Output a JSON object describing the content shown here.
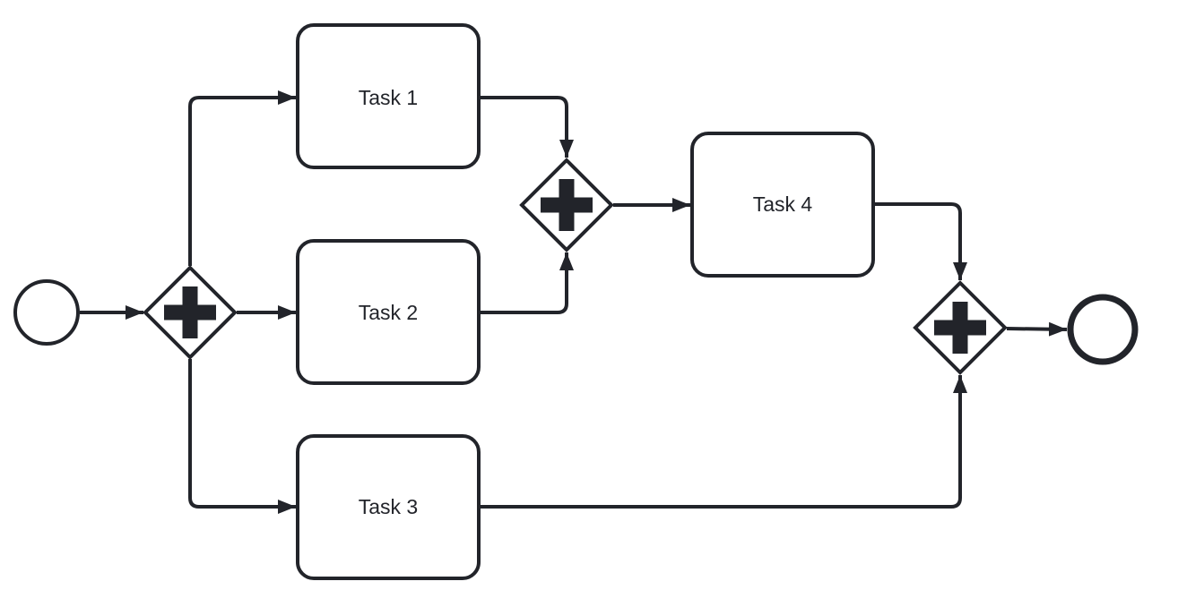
{
  "diagram": {
    "kind": "bpmn-process-diagram",
    "background_color": "#ffffff",
    "stroke_color": "#22242a",
    "shape_fill_color": "#ffffff",
    "labels": {
      "task1": "Task 1",
      "task2": "Task 2",
      "task3": "Task 3",
      "task4": "Task 4"
    },
    "nodes": [
      {
        "id": "start-event",
        "type": "start-event",
        "label": ""
      },
      {
        "id": "parallel-gateway-split",
        "type": "parallel-gateway",
        "marker": "plus"
      },
      {
        "id": "task1",
        "type": "task",
        "label": "Task 1"
      },
      {
        "id": "task2",
        "type": "task",
        "label": "Task 2"
      },
      {
        "id": "task3",
        "type": "task",
        "label": "Task 3"
      },
      {
        "id": "parallel-gateway-join-1",
        "type": "parallel-gateway",
        "marker": "plus"
      },
      {
        "id": "task4",
        "type": "task",
        "label": "Task 4"
      },
      {
        "id": "parallel-gateway-join-2",
        "type": "parallel-gateway",
        "marker": "plus"
      },
      {
        "id": "end-event",
        "type": "end-event",
        "label": ""
      }
    ],
    "flows": [
      {
        "from": "start-event",
        "to": "parallel-gateway-split"
      },
      {
        "from": "parallel-gateway-split",
        "to": "task1"
      },
      {
        "from": "parallel-gateway-split",
        "to": "task2"
      },
      {
        "from": "parallel-gateway-split",
        "to": "task3"
      },
      {
        "from": "task1",
        "to": "parallel-gateway-join-1"
      },
      {
        "from": "task2",
        "to": "parallel-gateway-join-1"
      },
      {
        "from": "parallel-gateway-join-1",
        "to": "task4"
      },
      {
        "from": "task4",
        "to": "parallel-gateway-join-2"
      },
      {
        "from": "task3",
        "to": "parallel-gateway-join-2"
      },
      {
        "from": "parallel-gateway-join-2",
        "to": "end-event"
      }
    ]
  }
}
